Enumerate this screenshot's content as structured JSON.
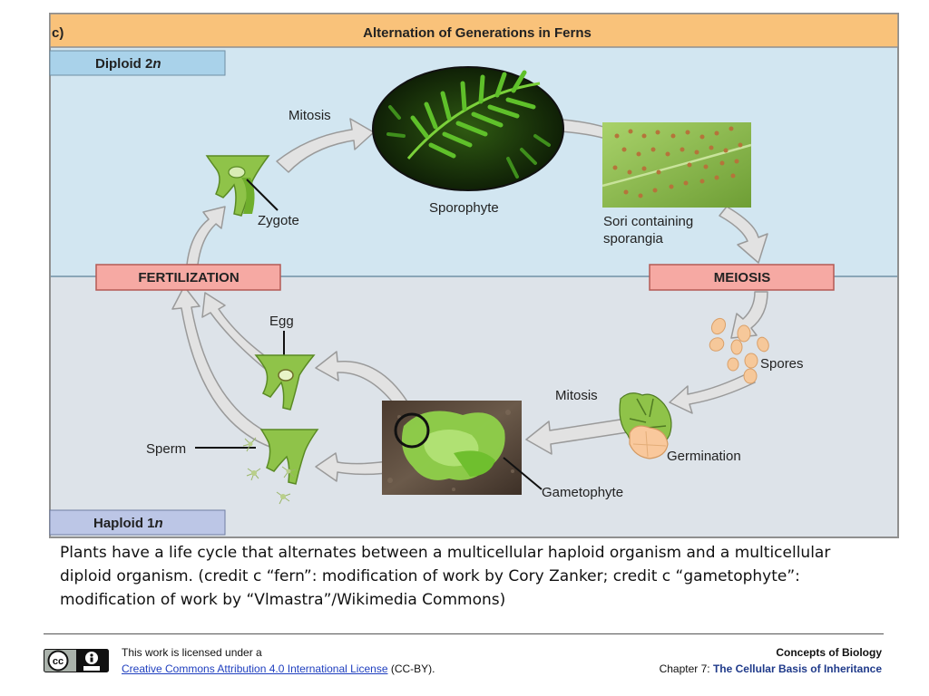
{
  "diagram": {
    "panel_letter": "c)",
    "title": "Alternation of Generations in Ferns",
    "diploid_label": "Diploid 2",
    "diploid_n": "n",
    "haploid_label": "Haploid 1",
    "haploid_n": "n",
    "labels": {
      "mitosis_top": "Mitosis",
      "sporophyte": "Sporophyte",
      "zygote": "Zygote",
      "sori_line1": "Sori containing",
      "sori_line2": "sporangia",
      "fertilization": "FERTILIZATION",
      "meiosis": "MEIOSIS",
      "egg": "Egg",
      "spores": "Spores",
      "mitosis_bottom": "Mitosis",
      "sperm": "Sperm",
      "germination": "Germination",
      "gametophyte": "Gametophyte"
    },
    "colors": {
      "title_bar": "#f9c27a",
      "diploid_bg": "#d2e6f1",
      "haploid_bg": "#dde3e9",
      "stage_box": "#f6a9a3",
      "stage_border": "#d9534f",
      "plant_green": "#6fae2c",
      "arrow_fill": "#e2e2e2"
    }
  },
  "caption": "Plants have a life cycle that alternates between a multicellular haploid organism and a multicellular diploid organism. (credit c “fern”: modification of work by Cory Zanker; credit c “gametophyte”: modification of work by “Vlmastra”/Wikimedia Commons)",
  "footer": {
    "license_line1": "This work is licensed under a",
    "license_link": "Creative Commons Attribution 4.0 International License",
    "license_suffix": " (CC-BY).",
    "book_title": "Concepts of Biology",
    "chapter_prefix": "Chapter 7: ",
    "chapter_title": "The Cellular Basis of Inheritance",
    "cc_logo_text": "cc"
  }
}
